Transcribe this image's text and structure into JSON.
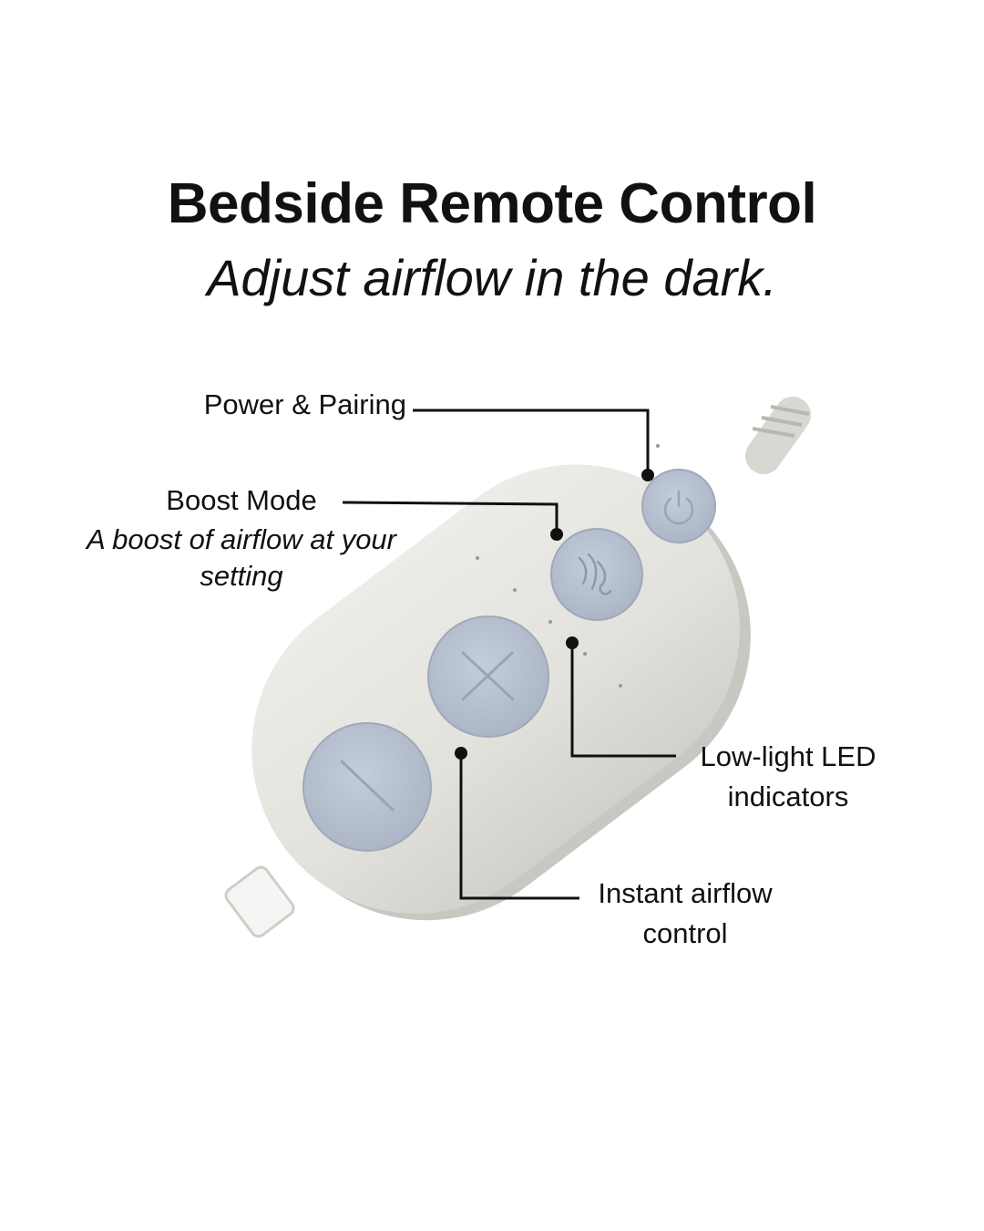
{
  "header": {
    "title": "Bedside Remote Control",
    "subtitle": "Adjust airflow in the dark."
  },
  "callouts": {
    "power": {
      "label": "Power & Pairing"
    },
    "boost": {
      "label": "Boost Mode",
      "description": "A boost of airflow at your setting"
    },
    "led": {
      "label": "Low-light LED indicators"
    },
    "instant": {
      "label": "Instant airflow control"
    }
  },
  "remote": {
    "buttons": [
      {
        "icon": "minus-icon",
        "function": "decrease airflow"
      },
      {
        "icon": "plus-icon",
        "function": "increase airflow"
      },
      {
        "icon": "wind-icon",
        "function": "boost mode"
      },
      {
        "icon": "power-icon",
        "function": "power & pairing"
      }
    ]
  },
  "colors": {
    "text": "#111111",
    "remote_body": "#e6e4df",
    "button": "#b9c3d2",
    "leader": "#111111"
  }
}
